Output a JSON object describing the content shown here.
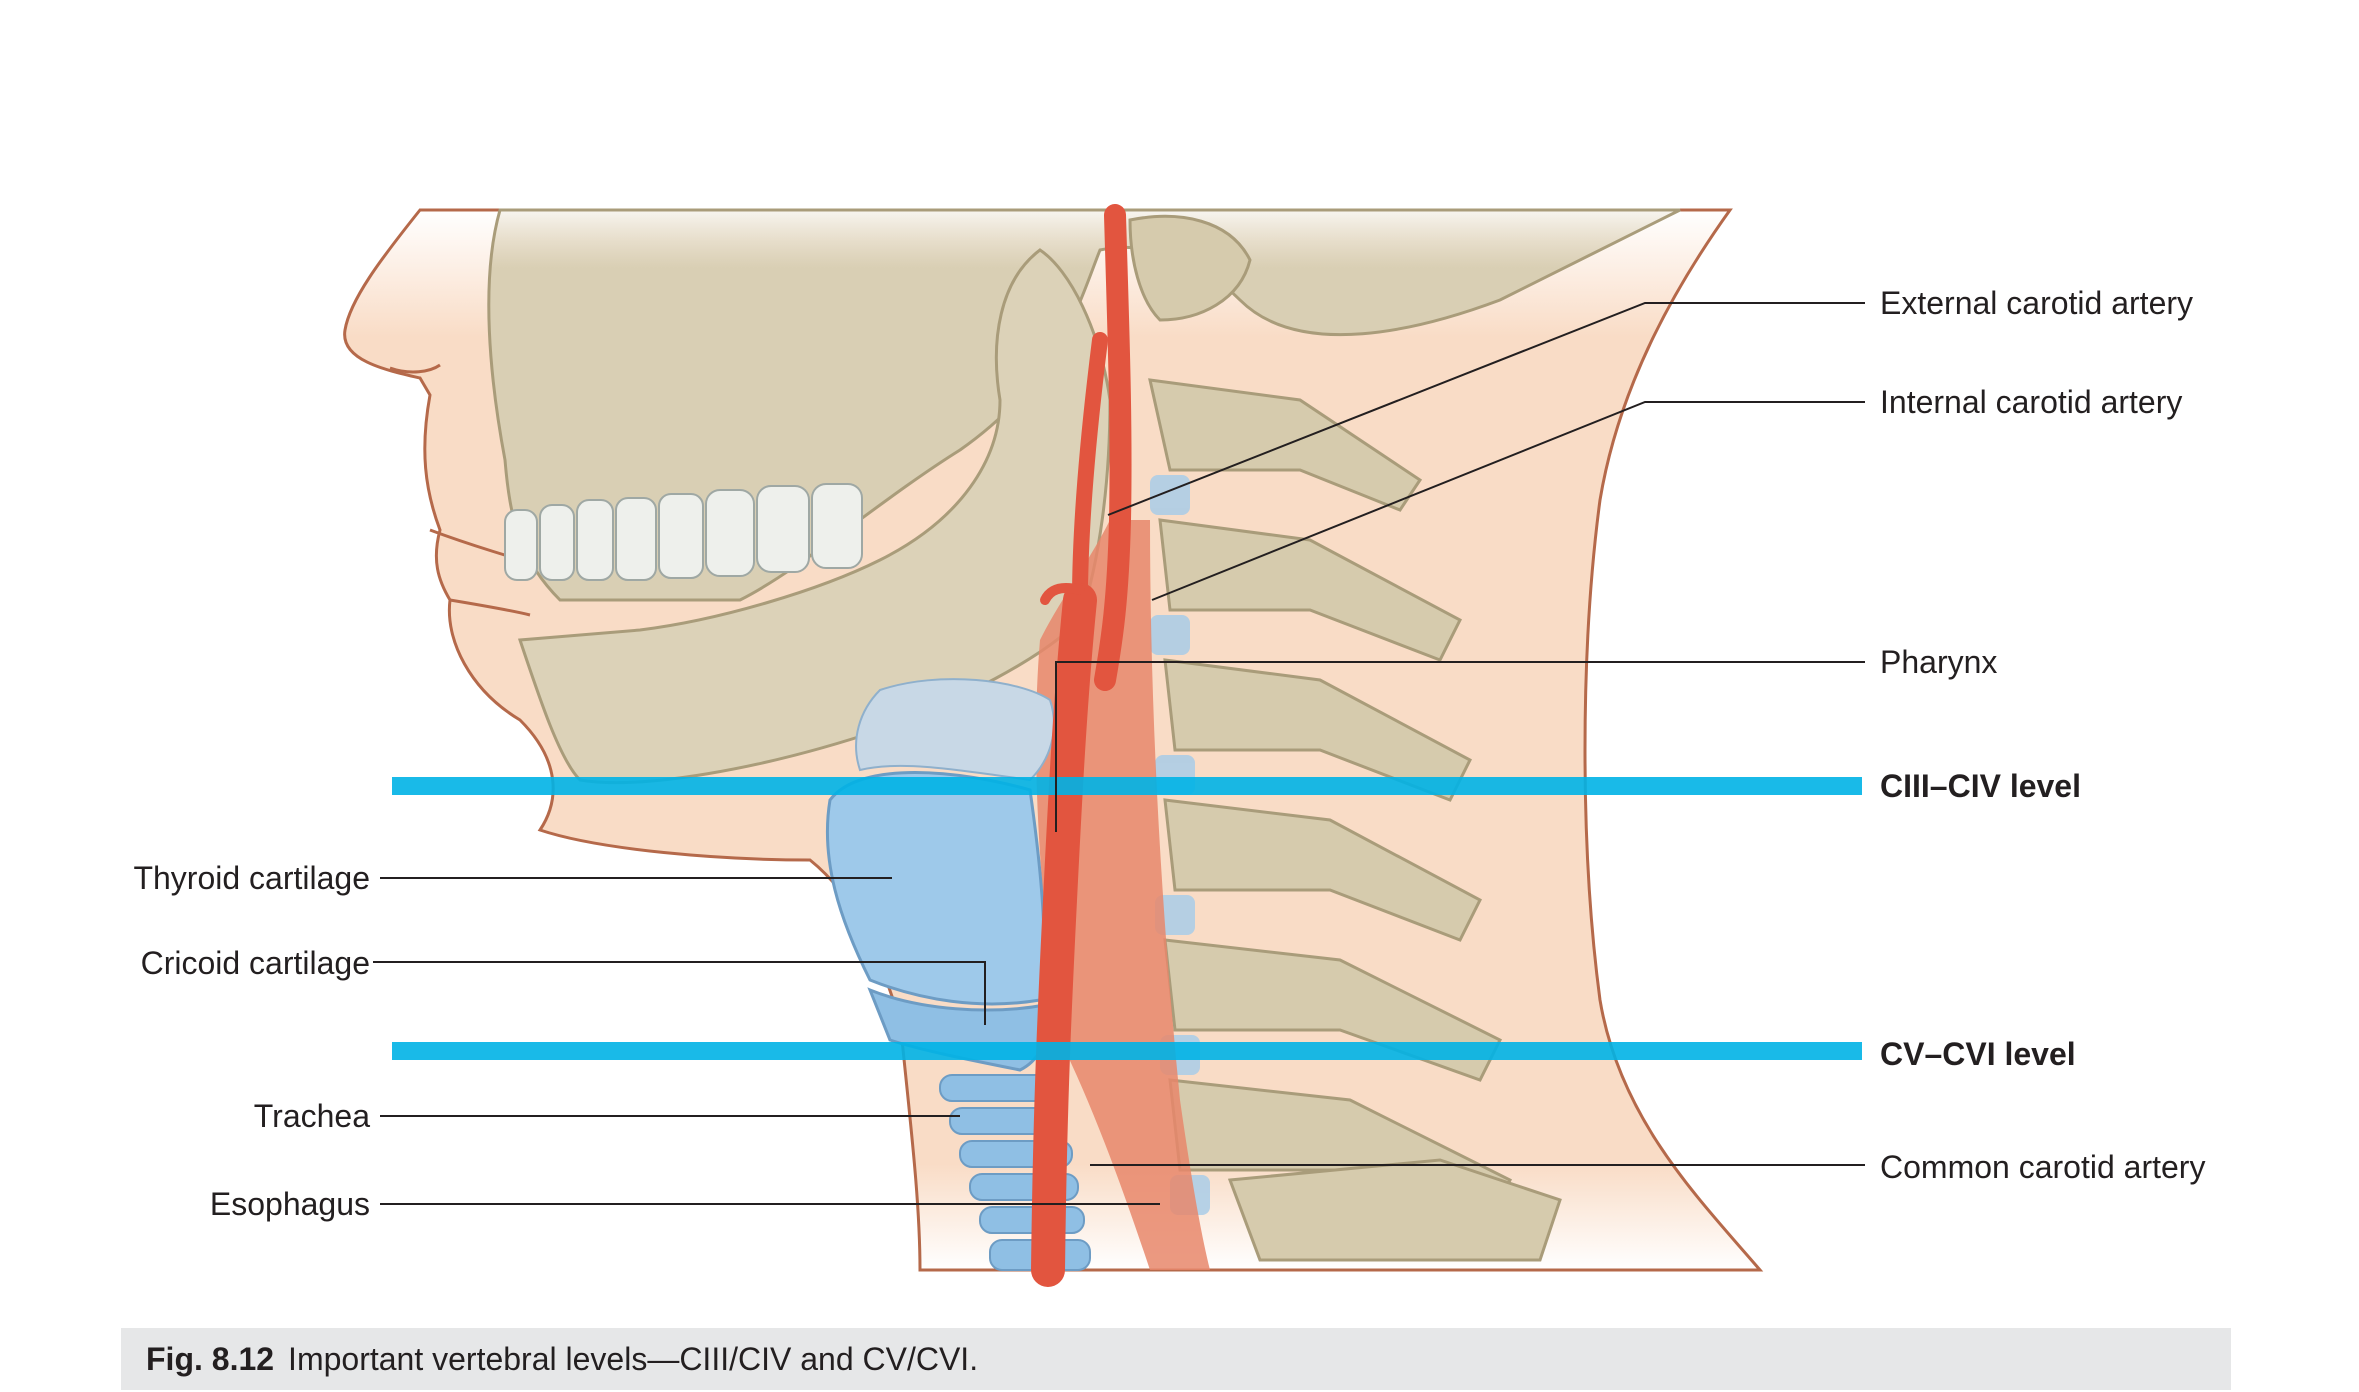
{
  "labels_left": [
    {
      "id": "thyroid",
      "text": "Thyroid cartilage"
    },
    {
      "id": "cricoid",
      "text": "Cricoid cartilage"
    },
    {
      "id": "trachea",
      "text": "Trachea"
    },
    {
      "id": "esophagus",
      "text": "Esophagus"
    }
  ],
  "labels_right": [
    {
      "id": "ext-carotid",
      "text": "External carotid artery"
    },
    {
      "id": "int-carotid",
      "text": "Internal carotid artery"
    },
    {
      "id": "pharynx",
      "text": "Pharynx"
    },
    {
      "id": "ciii-civ",
      "text": "CIII–CIV level"
    },
    {
      "id": "cv-cvi",
      "text": "CV–CVI level"
    },
    {
      "id": "common-carotid",
      "text": "Common carotid artery"
    }
  ],
  "caption": {
    "number": "Fig. 8.12",
    "text": "Important vertebral levels—CIII/CIV and CV/CVI."
  },
  "colors": {
    "skin": "#f9dcc6",
    "skin_outline": "#b5694a",
    "bone": "#d9cfb4",
    "bone_dark": "#a99c7a",
    "artery": "#e2553f",
    "muscle": "#e8876b",
    "cartilage": "#9ec9ea",
    "level_line": "#00b2e6",
    "caption_bg": "#e6e7e8"
  }
}
